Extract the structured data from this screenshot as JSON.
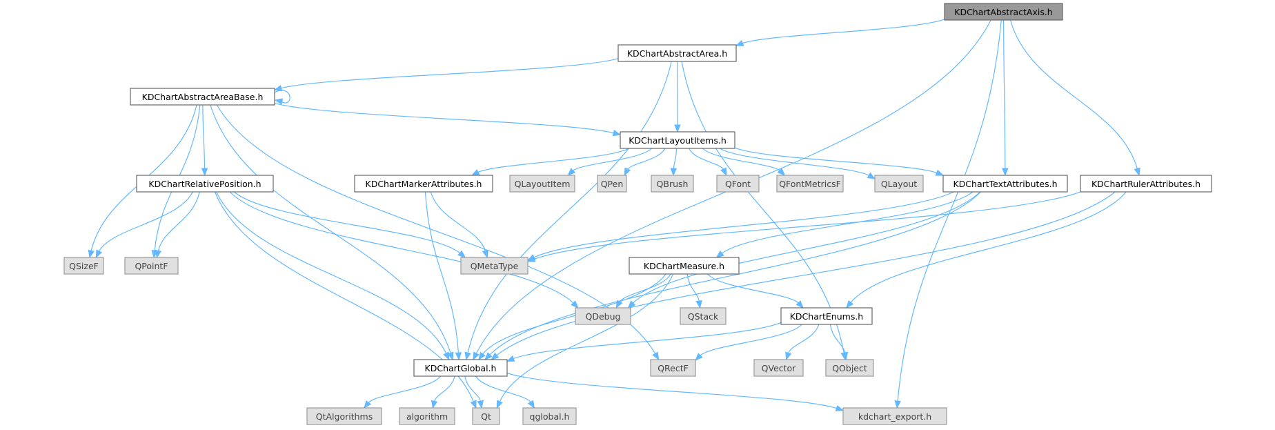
{
  "graph": {
    "nodes": [
      {
        "id": "axis",
        "label": "KDChartAbstractAxis.h",
        "kind": "root"
      },
      {
        "id": "area",
        "label": "KDChartAbstractArea.h",
        "kind": "file"
      },
      {
        "id": "areabase",
        "label": "KDChartAbstractAreaBase.h",
        "kind": "file"
      },
      {
        "id": "layout",
        "label": "KDChartLayoutItems.h",
        "kind": "file"
      },
      {
        "id": "relpos",
        "label": "KDChartRelativePosition.h",
        "kind": "file"
      },
      {
        "id": "marker",
        "label": "KDChartMarkerAttributes.h",
        "kind": "file"
      },
      {
        "id": "qlayoutitem",
        "label": "QLayoutItem",
        "kind": "ext"
      },
      {
        "id": "qpen",
        "label": "QPen",
        "kind": "ext"
      },
      {
        "id": "qbrush",
        "label": "QBrush",
        "kind": "ext"
      },
      {
        "id": "qfont",
        "label": "QFont",
        "kind": "ext"
      },
      {
        "id": "qfontmetricsf",
        "label": "QFontMetricsF",
        "kind": "ext"
      },
      {
        "id": "qlayout",
        "label": "QLayout",
        "kind": "ext"
      },
      {
        "id": "text",
        "label": "KDChartTextAttributes.h",
        "kind": "file"
      },
      {
        "id": "ruler",
        "label": "KDChartRulerAttributes.h",
        "kind": "file"
      },
      {
        "id": "qsizef",
        "label": "QSizeF",
        "kind": "ext"
      },
      {
        "id": "qpointf",
        "label": "QPointF",
        "kind": "ext"
      },
      {
        "id": "qmetatype",
        "label": "QMetaType",
        "kind": "ext"
      },
      {
        "id": "measure",
        "label": "KDChartMeasure.h",
        "kind": "file"
      },
      {
        "id": "qdebug",
        "label": "QDebug",
        "kind": "ext"
      },
      {
        "id": "qstack",
        "label": "QStack",
        "kind": "ext"
      },
      {
        "id": "enums",
        "label": "KDChartEnums.h",
        "kind": "file"
      },
      {
        "id": "global",
        "label": "KDChartGlobal.h",
        "kind": "file"
      },
      {
        "id": "qrectf",
        "label": "QRectF",
        "kind": "ext"
      },
      {
        "id": "qvector",
        "label": "QVector",
        "kind": "ext"
      },
      {
        "id": "qobject",
        "label": "QObject",
        "kind": "ext"
      },
      {
        "id": "qtalgorithms",
        "label": "QtAlgorithms",
        "kind": "ext"
      },
      {
        "id": "algorithm",
        "label": "algorithm",
        "kind": "ext"
      },
      {
        "id": "qt",
        "label": "Qt",
        "kind": "ext"
      },
      {
        "id": "qglobal",
        "label": "qglobal.h",
        "kind": "ext"
      },
      {
        "id": "export",
        "label": "kdchart_export.h",
        "kind": "ext"
      }
    ],
    "edges": [
      [
        "axis",
        "area"
      ],
      [
        "axis",
        "global"
      ],
      [
        "axis",
        "text"
      ],
      [
        "axis",
        "ruler"
      ],
      [
        "axis",
        "export"
      ],
      [
        "area",
        "areabase"
      ],
      [
        "area",
        "layout"
      ],
      [
        "area",
        "global"
      ],
      [
        "area",
        "qobject"
      ],
      [
        "areabase",
        "areabase"
      ],
      [
        "areabase",
        "layout"
      ],
      [
        "areabase",
        "relpos"
      ],
      [
        "areabase",
        "qsizef"
      ],
      [
        "areabase",
        "qpointf"
      ],
      [
        "areabase",
        "global"
      ],
      [
        "areabase",
        "qrectf"
      ],
      [
        "layout",
        "marker"
      ],
      [
        "layout",
        "qlayoutitem"
      ],
      [
        "layout",
        "qpen"
      ],
      [
        "layout",
        "qbrush"
      ],
      [
        "layout",
        "qfont"
      ],
      [
        "layout",
        "qfontmetricsf"
      ],
      [
        "layout",
        "qlayout"
      ],
      [
        "layout",
        "text"
      ],
      [
        "relpos",
        "qsizef"
      ],
      [
        "relpos",
        "qpointf"
      ],
      [
        "relpos",
        "qmetatype"
      ],
      [
        "relpos",
        "qdebug"
      ],
      [
        "relpos",
        "global"
      ],
      [
        "relpos",
        "qt"
      ],
      [
        "marker",
        "qmetatype"
      ],
      [
        "marker",
        "global"
      ],
      [
        "text",
        "qmetatype"
      ],
      [
        "text",
        "measure"
      ],
      [
        "text",
        "qdebug"
      ],
      [
        "text",
        "global"
      ],
      [
        "ruler",
        "qmetatype"
      ],
      [
        "ruler",
        "enums"
      ],
      [
        "ruler",
        "global"
      ],
      [
        "measure",
        "qdebug"
      ],
      [
        "measure",
        "qstack"
      ],
      [
        "measure",
        "enums"
      ],
      [
        "measure",
        "global"
      ],
      [
        "measure",
        "qt"
      ],
      [
        "enums",
        "global"
      ],
      [
        "enums",
        "qrectf"
      ],
      [
        "enums",
        "qvector"
      ],
      [
        "enums",
        "qobject"
      ],
      [
        "global",
        "qtalgorithms"
      ],
      [
        "global",
        "algorithm"
      ],
      [
        "global",
        "qt"
      ],
      [
        "global",
        "qglobal"
      ],
      [
        "global",
        "export"
      ]
    ]
  }
}
